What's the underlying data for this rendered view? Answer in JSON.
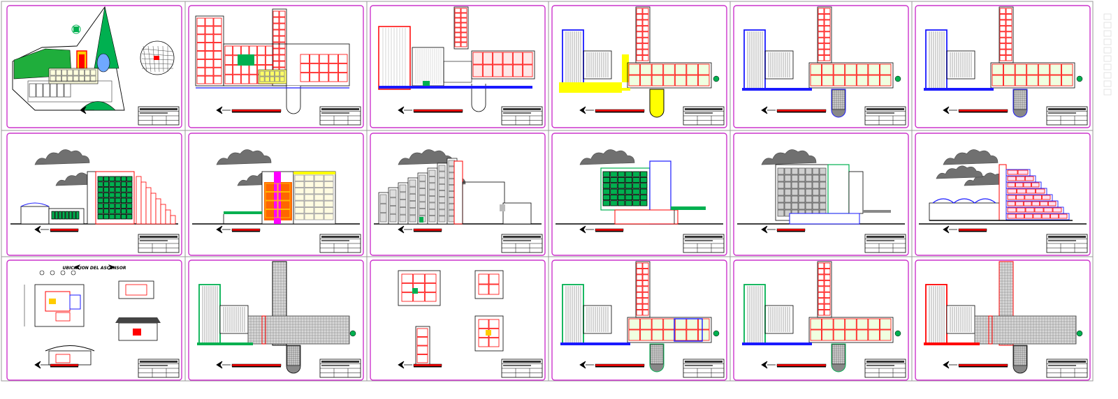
{
  "document": {
    "type": "architectural-drawing-set",
    "layout": {
      "rows": 3,
      "columns": 6
    },
    "colors": {
      "background": "#ffffff",
      "sheet_border": "#cc33cc",
      "grid_line": "#9a9a9a",
      "outline": "#000000",
      "red": "#ff0000",
      "blue": "#1a1aff",
      "green": "#00b050",
      "yellow": "#ffff00",
      "orange": "#ff6600",
      "magenta": "#ff00ff",
      "gray": "#8c8c8c",
      "light_gray": "#bdbdbd",
      "cloud_gray": "#707070"
    },
    "sheets": [
      {
        "kind": "site-plan"
      },
      {
        "kind": "floor-plan",
        "fill": "#ff3333",
        "style": "detailed"
      },
      {
        "kind": "floor-plan",
        "fill": "#ff3333",
        "style": "large-hall"
      },
      {
        "kind": "floor-plan",
        "fill": "#ffff00",
        "style": "wings"
      },
      {
        "kind": "floor-plan",
        "fill": "#1a1aff",
        "style": "wings"
      },
      {
        "kind": "floor-plan",
        "fill": "#1a1aff",
        "style": "wings"
      },
      {
        "kind": "elevation",
        "style": "stepped-green"
      },
      {
        "kind": "elevation",
        "style": "colored-block"
      },
      {
        "kind": "elevation",
        "style": "stepped-gray"
      },
      {
        "kind": "elevation",
        "style": "tower-green"
      },
      {
        "kind": "elevation",
        "style": "tower-gray"
      },
      {
        "kind": "section",
        "style": "stepped-section"
      },
      {
        "kind": "detail-sheet",
        "heading": "UBICACION DEL ASCENSOR"
      },
      {
        "kind": "roof-plan",
        "fill": "#00b050"
      },
      {
        "kind": "detail-plans"
      },
      {
        "kind": "floor-plan",
        "fill": "#00b050",
        "style": "wings-blue-accent"
      },
      {
        "kind": "floor-plan",
        "fill": "#00b050",
        "style": "wings"
      },
      {
        "kind": "roof-plan",
        "fill": "#ff0000"
      }
    ]
  }
}
